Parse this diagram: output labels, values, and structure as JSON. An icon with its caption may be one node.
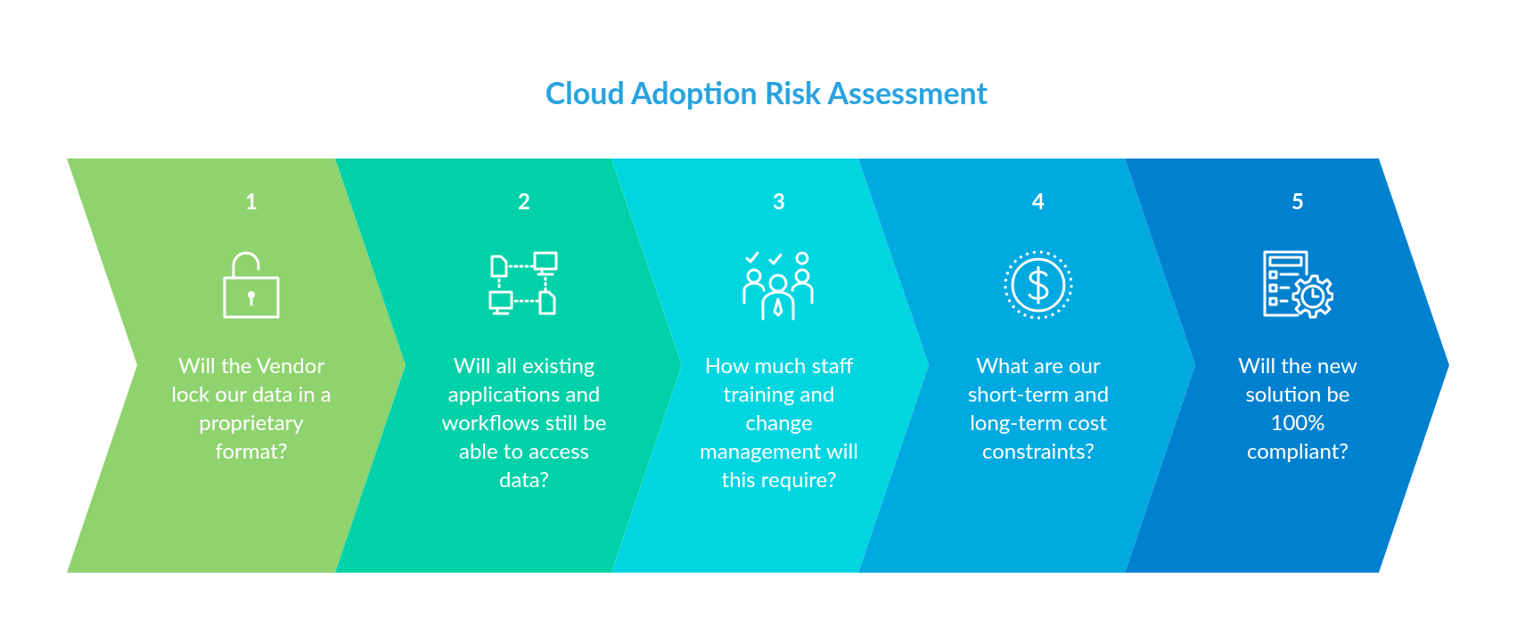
{
  "diagram": {
    "title": "Cloud Adoption Risk Assessment",
    "nodes": [
      {
        "text": [
          "1",
          "Will the Vendor lock our data in a proprietary format?"
        ]
      },
      {
        "text": [
          "2",
          "Will all existing applications and workflows still be able to access data?"
        ]
      },
      {
        "text": [
          "3",
          "How much staff training and change management will this require?"
        ]
      },
      {
        "text": [
          "4",
          "What are our short-term and long-term cost constraints?"
        ]
      },
      {
        "text": [
          "5",
          "Will the new solution be 100% compliant?"
        ]
      }
    ]
  }
}
